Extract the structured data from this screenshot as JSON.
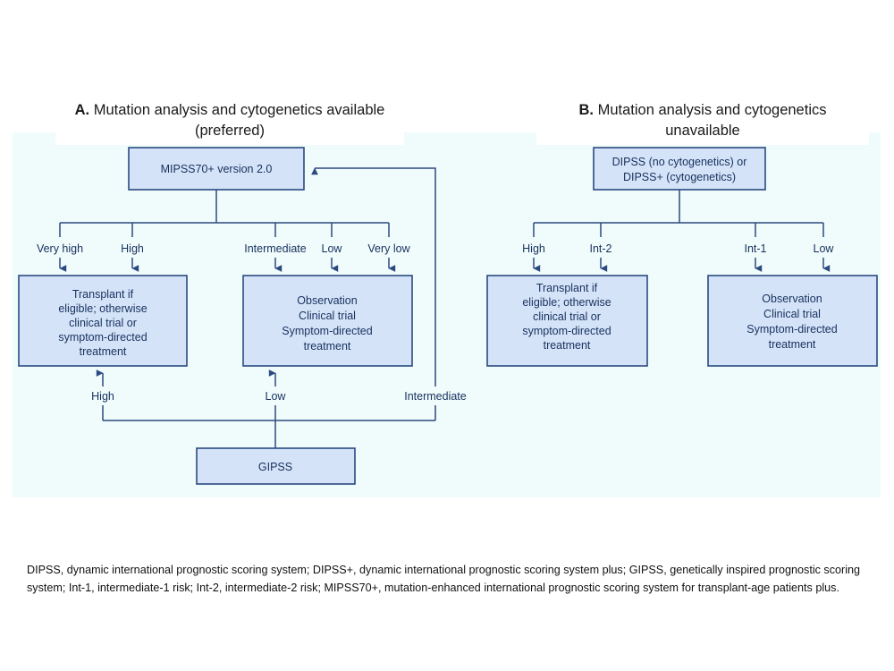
{
  "figure": {
    "background_color": "#f0fbfb",
    "node_fill": "#d5e3f8",
    "node_border": "#2b4a80",
    "text_color": "#16315e"
  },
  "panel_a": {
    "label": "A.",
    "title_line1": " Mutation analysis and cytogenetics available",
    "title_line2": "(preferred)",
    "root_node": "MIPSS70+ version 2.0",
    "branches": [
      "Very high",
      "High",
      "Intermediate",
      "Low",
      "Very low"
    ],
    "outcome_transplant": {
      "line1": "Transplant if",
      "line2": "eligible; otherwise",
      "line3": "clinical trial or",
      "line4": "symptom-directed",
      "line5": "treatment"
    },
    "outcome_observation": {
      "line1": "Observation",
      "line2": "Clinical trial",
      "line3": "Symptom-directed",
      "line4": "treatment"
    },
    "gipss_node": "GIPSS",
    "gipss_branches": [
      "High",
      "Low",
      "Intermediate"
    ]
  },
  "panel_b": {
    "label": "B.",
    "title_line1": " Mutation analysis and cytogenetics",
    "title_line2": "unavailable",
    "root_node_line1": "DIPSS (no cytogenetics) or",
    "root_node_line2": "DIPSS+ (cytogenetics)",
    "branches": [
      "High",
      "Int-2",
      "Int-1",
      "Low"
    ],
    "outcome_transplant": {
      "line1": "Transplant if",
      "line2": "eligible; otherwise",
      "line3": "clinical trial or",
      "line4": "symptom-directed",
      "line5": "treatment"
    },
    "outcome_observation": {
      "line1": "Observation",
      "line2": "Clinical trial",
      "line3": "Symptom-directed",
      "line4": "treatment"
    }
  },
  "footnote": {
    "text": "DIPSS, dynamic international prognostic scoring system; DIPSS+, dynamic international prognostic scoring system plus; GIPSS, genetically inspired prognostic scoring system; Int-1, intermediate-1 risk; Int-2, intermediate-2 risk; MIPSS70+, mutation-enhanced international prognostic scoring system for transplant-age patients plus."
  }
}
